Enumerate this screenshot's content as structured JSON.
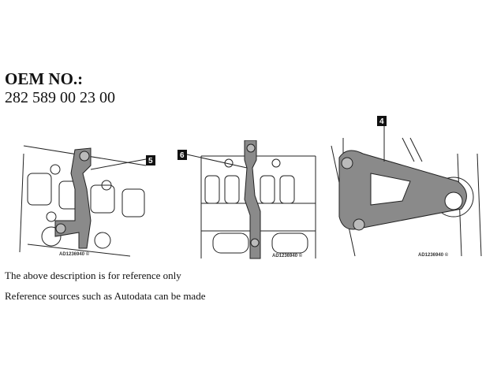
{
  "header": {
    "label": "OEM NO.:",
    "number": "282 589 00 23 00"
  },
  "figures": [
    {
      "callout": "5",
      "caption": "AD1236940 ©"
    },
    {
      "callout": "6",
      "caption": "AD1236940 ©"
    },
    {
      "callout": "4",
      "caption": "AD1236940 ©"
    }
  ],
  "notes": [
    "The above description is for reference only",
    "Reference sources such as Autodata can be made"
  ],
  "colors": {
    "tool": "#8a8a8a",
    "line": "#222222",
    "callout_bg": "#111111"
  }
}
